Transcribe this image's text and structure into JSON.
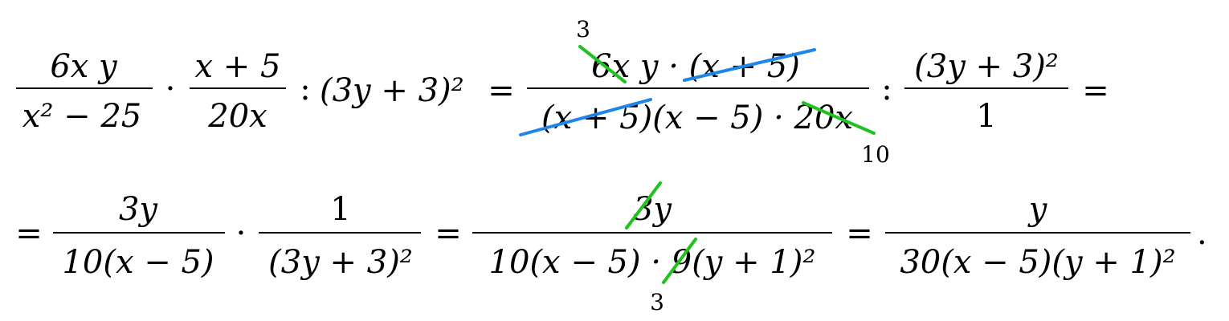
{
  "line1": {
    "f1": {
      "num": "6x y",
      "den": "x² − 25"
    },
    "op1": "·",
    "f2": {
      "num": "x + 5",
      "den": "20x"
    },
    "op2": ":",
    "sq1": "(3y + 3)²",
    "eq1": "=",
    "f3": {
      "num": "6x y · (x + 5)",
      "den": "(x + 5)(x − 5) · 20x"
    },
    "cancel_top": "3",
    "cancel_bottom": "10",
    "op3": ":",
    "f4": {
      "num": "(3y + 3)²",
      "den": "1"
    },
    "eq2": "="
  },
  "line2": {
    "eq0": "=",
    "g1": {
      "num": "3y",
      "den": "10(x − 5)"
    },
    "op1": "·",
    "g2": {
      "num": "1",
      "den": "(3y + 3)²"
    },
    "eq1": "=",
    "g3": {
      "num": "3y",
      "den": "10(x − 5) · 9(y + 1)²"
    },
    "cancel_below": "3",
    "eq2": "=",
    "g4": {
      "num": "y",
      "den": "30(x − 5)(y + 1)²"
    },
    "end": "."
  },
  "colors": {
    "cancel_green": "#1fc21f",
    "cancel_blue": "#1f86e8"
  }
}
